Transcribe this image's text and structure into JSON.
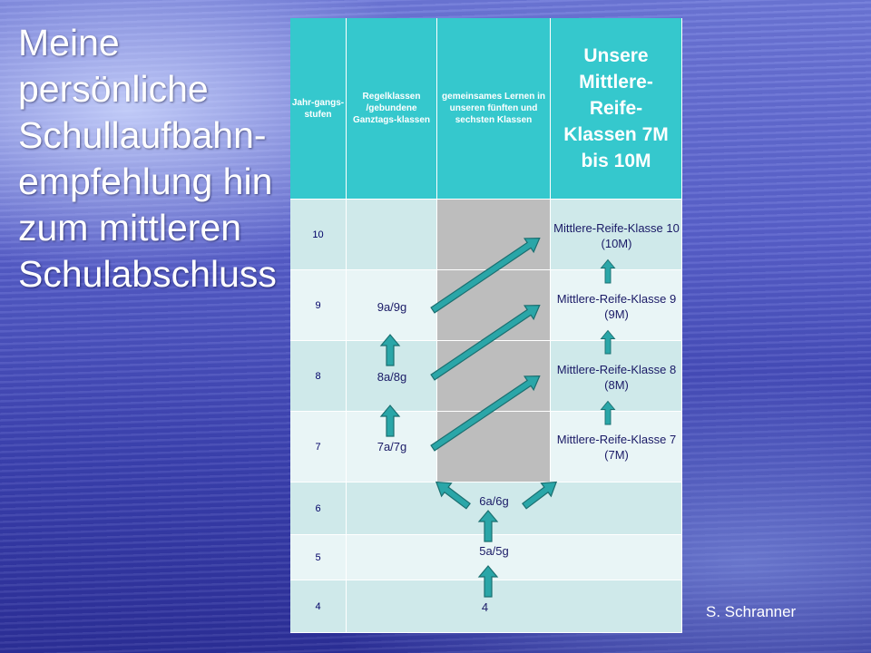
{
  "title": "Meine persönliche Schullaufbahn-empfehlung hin zum mittleren Schulabschluss",
  "author": "S. Schranner",
  "colors": {
    "header": "#35c8cd",
    "row_dark": "#cfe9ea",
    "row_light": "#e9f5f6",
    "gray_block": "#bdbdbd",
    "arrow_fill": "#2aa6a8",
    "arrow_stroke": "#1b6f70"
  },
  "table": {
    "headers": [
      "Jahr-gangs-stufen",
      "Regelklassen /gebundene Ganztags-klassen",
      "gemeinsames Lernen in unseren fünften und sechsten Klassen",
      "Unsere Mittlere-Reife-Klassen 7M bis 10M"
    ],
    "years": [
      "10",
      "9",
      "8",
      "7",
      "6",
      "5",
      "4"
    ],
    "regular": [
      "9a/9g",
      "8a/8g",
      "7a/7g"
    ],
    "common": [
      "6a/6g",
      "5a/5g",
      "4"
    ],
    "mr": [
      "Mittlere-Reife-Klasse 10 (10M)",
      "Mittlere-Reife-Klasse 9 (9M)",
      "Mittlere-Reife-Klasse 8 (8M)",
      "Mittlere-Reife-Klasse 7 (7M)"
    ]
  }
}
